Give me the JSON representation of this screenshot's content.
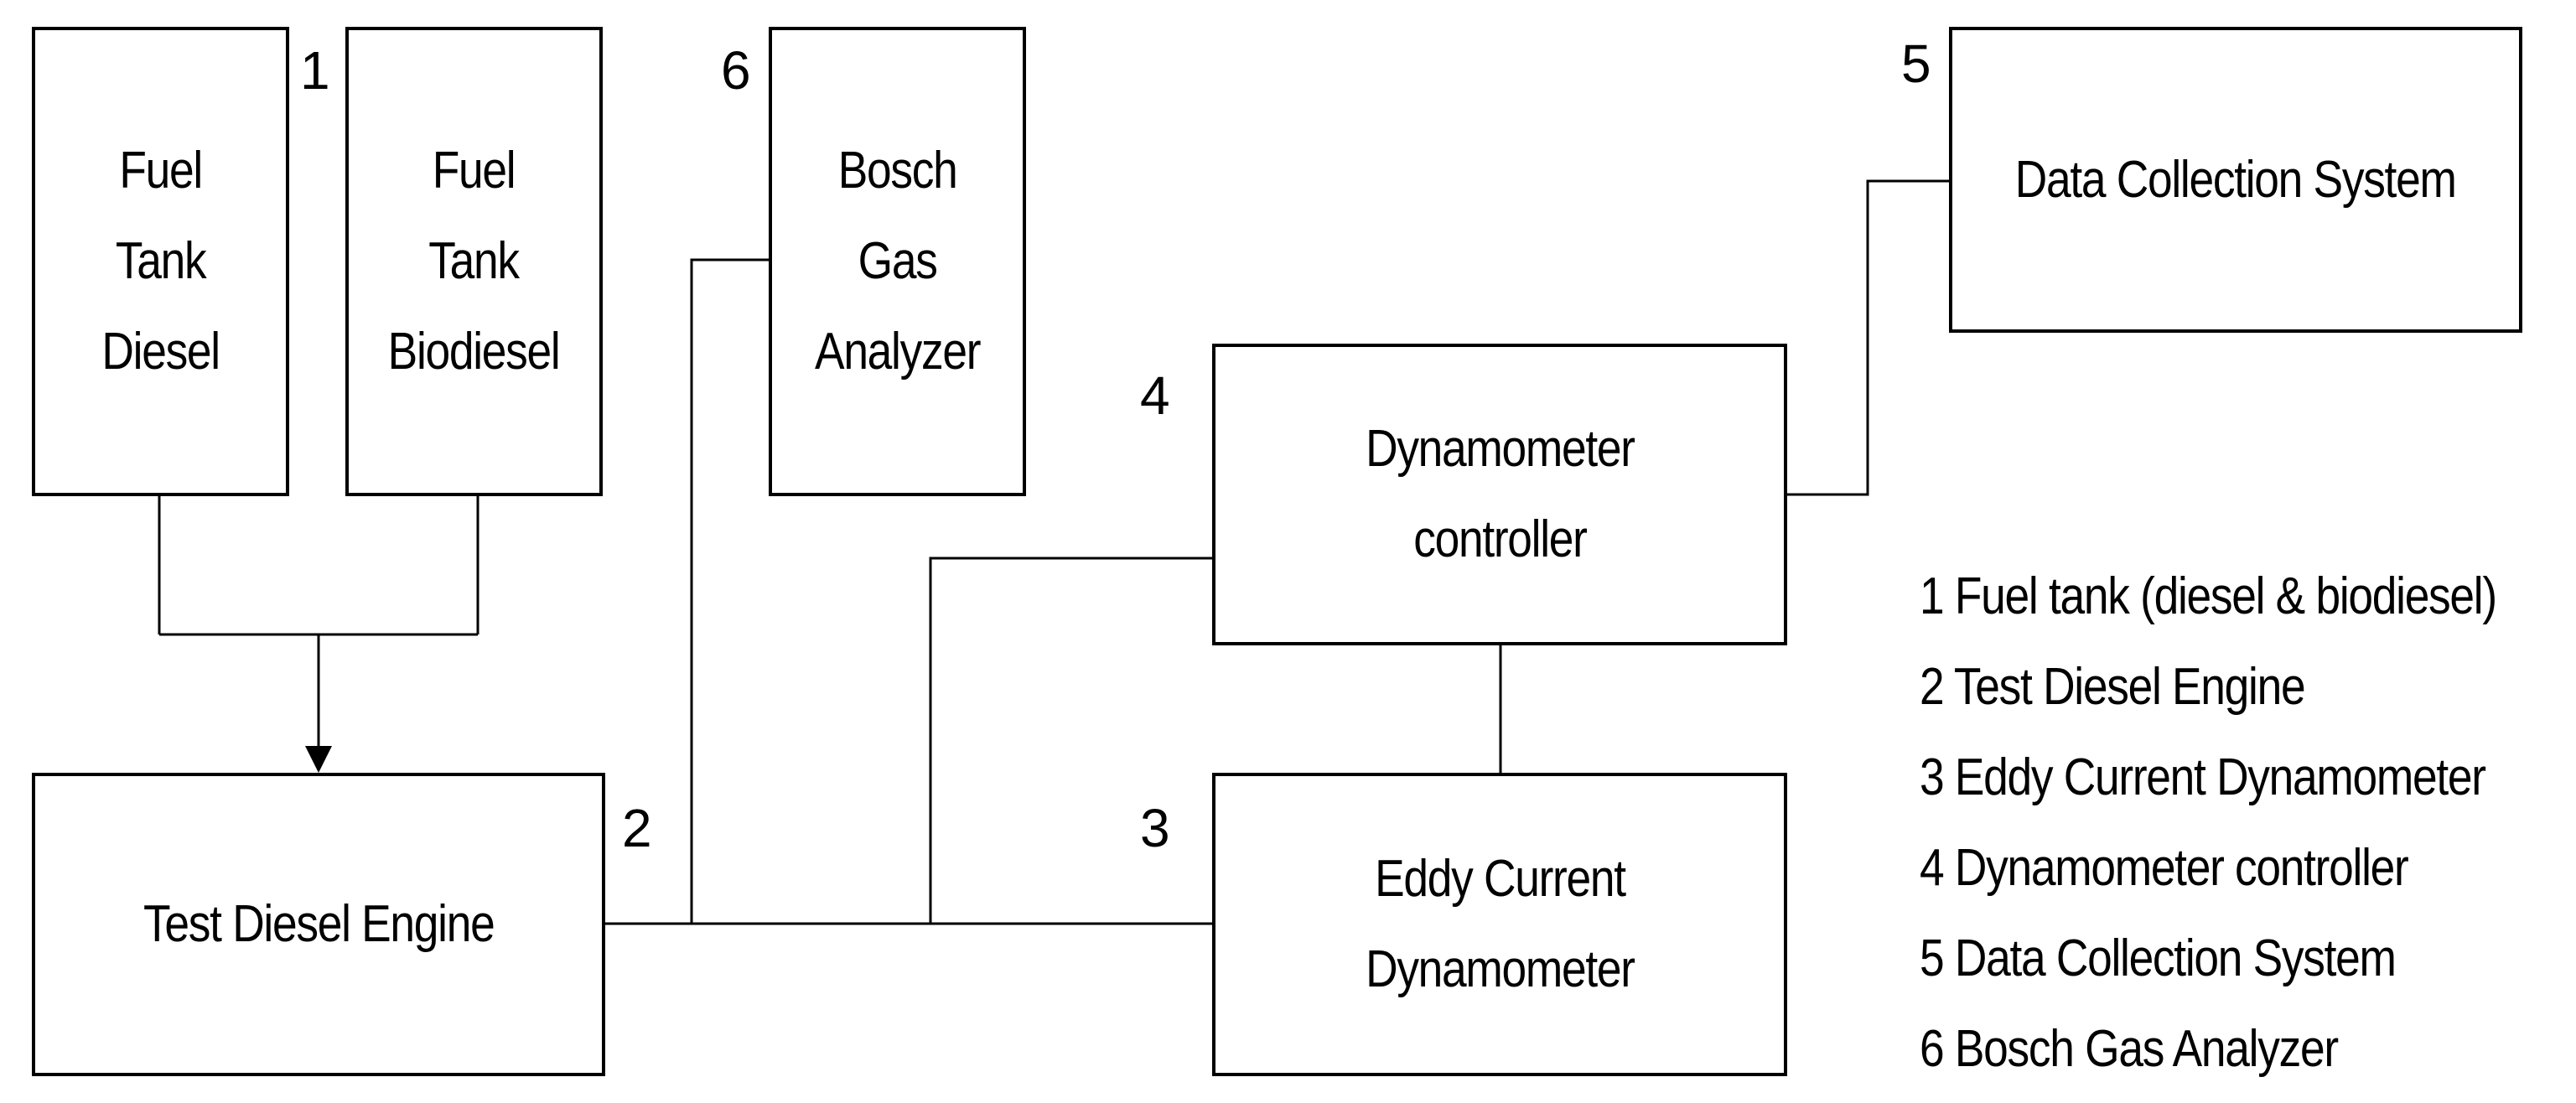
{
  "boxes": {
    "fuel_tank_diesel": "Fuel\nTank\nDiesel",
    "fuel_tank_biodiesel": "Fuel\nTank\nBiodiesel",
    "bosch_gas_analyzer": "Bosch\nGas\nAnalyzer",
    "data_collection_system": "Data Collection  System",
    "dynamometer_controller": "Dynamometer\ncontroller",
    "test_diesel_engine": "Test Diesel Engine",
    "eddy_current_dynamometer": "Eddy Current\nDynamometer"
  },
  "numbers": {
    "n1": "1",
    "n2": "2",
    "n3": "3",
    "n4": "4",
    "n5": "5",
    "n6": "6"
  },
  "legend": [
    "1 Fuel tank (diesel & biodiesel)",
    "2 Test Diesel Engine",
    "3 Eddy Current Dynamometer",
    "4 Dynamometer controller",
    "5 Data Collection  System",
    "6 Bosch  Gas Analyzer"
  ]
}
